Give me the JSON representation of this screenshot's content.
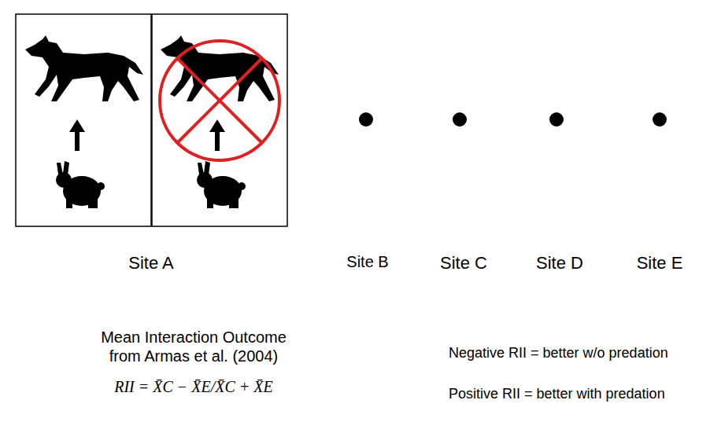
{
  "diagram": {
    "labels": [
      "Site A",
      "Site B",
      "Site C",
      "Site D",
      "Site E",
      "Mean Interaction Outcome from Armas et al. (2004)",
      "RII = X̄C − X̄E/X̄C + X̄E",
      "Negative RII = better w/o predation",
      "Positive RII = better with predation"
    ]
  }
}
